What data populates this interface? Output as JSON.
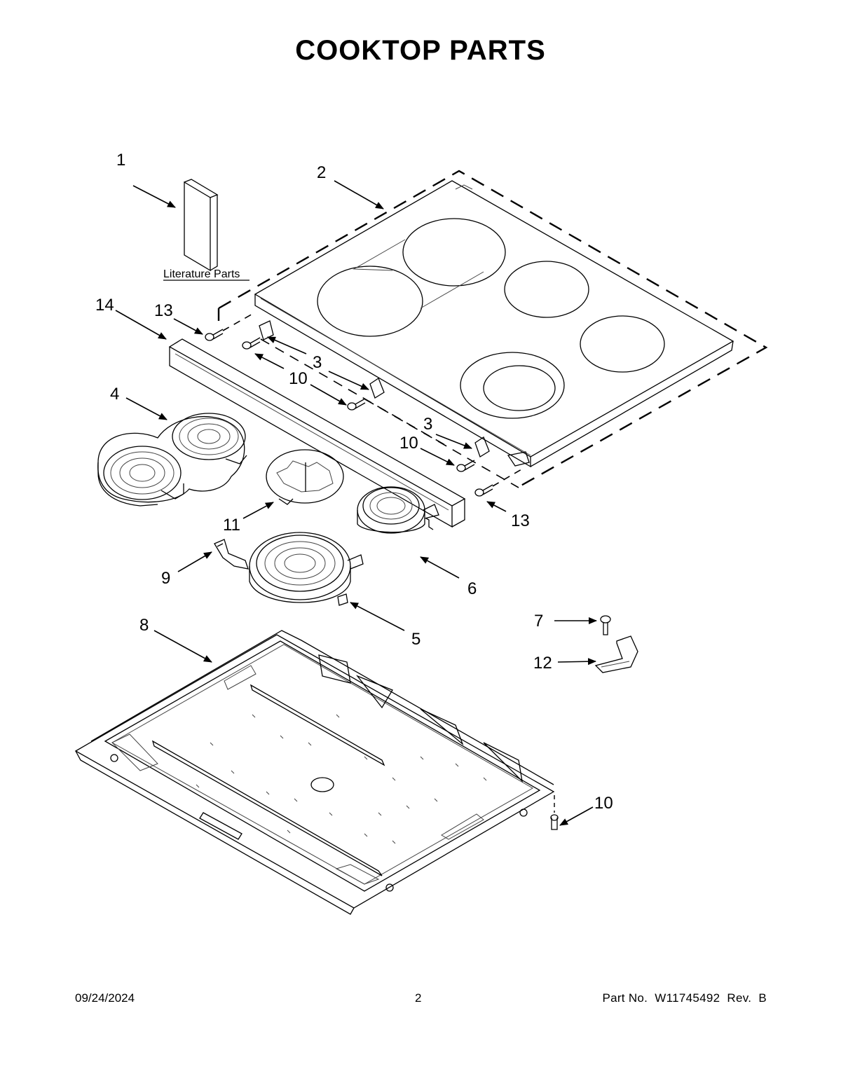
{
  "title": "COOKTOP PARTS",
  "literature_label": "Literature Parts",
  "callouts": {
    "c1": "1",
    "c2": "2",
    "c3a": "3",
    "c3b": "3",
    "c4": "4",
    "c5": "5",
    "c6": "6",
    "c7": "7",
    "c8": "8",
    "c9": "9",
    "c10a": "10",
    "c10b": "10",
    "c10c": "10",
    "c11": "11",
    "c12": "12",
    "c13a": "13",
    "c13b": "13",
    "c14": "14"
  },
  "footer": {
    "date": "09/24/2024",
    "page": "2",
    "part": "Part No.  W11745492  Rev.  B"
  }
}
